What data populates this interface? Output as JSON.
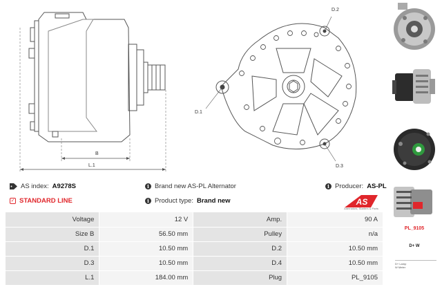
{
  "drawing": {
    "labels": {
      "d2": "D.2",
      "d1": "D.1",
      "d3": "D.3",
      "b": "B",
      "l1": "L.1"
    }
  },
  "info": {
    "as_index_label": "AS index:",
    "as_index_value": "A9278S",
    "standard_line": "STANDARD LINE",
    "brand_new": "Brand new AS-PL Alternator",
    "product_type_label": "Product type:",
    "product_type_value": "Brand new",
    "producer_label": "Producer:",
    "producer_value": "AS-PL",
    "logo_text": "AS",
    "logo_tagline": "Alternators, Starters & Parts"
  },
  "specs": {
    "rows": [
      {
        "l1": "Voltage",
        "v1": "12 V",
        "l2": "Amp.",
        "v2": "90 A"
      },
      {
        "l1": "Size B",
        "v1": "56.50 mm",
        "l2": "Pulley",
        "v2": "n/a"
      },
      {
        "l1": "D.1",
        "v1": "10.50 mm",
        "l2": "D.2",
        "v2": "10.50 mm"
      },
      {
        "l1": "D.3",
        "v1": "10.50 mm",
        "l2": "D.4",
        "v2": "10.50 mm"
      },
      {
        "l1": "L.1",
        "v1": "184.00 mm",
        "l2": "Plug",
        "v2": "PL_9105"
      }
    ]
  },
  "sidebar": {
    "plug_caption": "PL_9105",
    "terminals": "D+  W",
    "legend": [
      "D+  Lamp",
      "W   Meter"
    ]
  },
  "colors": {
    "accent": "#e0262b"
  }
}
